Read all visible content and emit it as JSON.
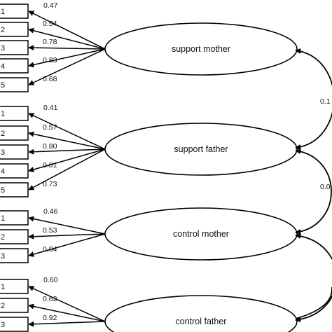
{
  "factors": [
    {
      "id": "support-mother",
      "label": "support mother",
      "indicators": [
        "1",
        "2",
        "3",
        "4",
        "5"
      ],
      "loadings": [
        "0.47",
        "0.54",
        "0.78",
        "0.83",
        "0.68"
      ]
    },
    {
      "id": "support-father",
      "label": "support father",
      "indicators": [
        "1",
        "2",
        "3",
        "4",
        "5"
      ],
      "loadings": [
        "0.41",
        "0.57",
        "0.80",
        "0.81",
        "0.73"
      ]
    },
    {
      "id": "control-mother",
      "label": "control mother",
      "indicators": [
        "1",
        "2",
        "3"
      ],
      "loadings": [
        "0.46",
        "0.53",
        "0.94"
      ]
    },
    {
      "id": "control-father",
      "label": "control father",
      "indicators": [
        "1",
        "2",
        "3"
      ],
      "loadings": [
        "0.60",
        "0.62",
        "0.92"
      ]
    }
  ],
  "correlations": [
    {
      "label": "0.1"
    },
    {
      "label": "0.0"
    },
    {
      "label": ""
    }
  ]
}
